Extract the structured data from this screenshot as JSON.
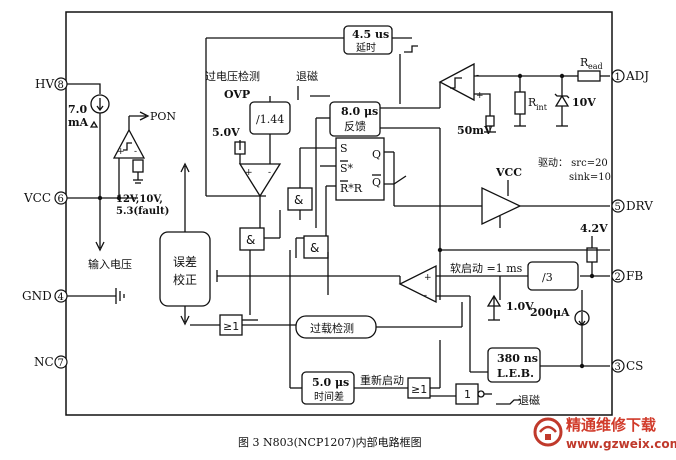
{
  "pins": {
    "hv": "HV",
    "hv_n": "8",
    "vcc": "VCC",
    "vcc_n": "6",
    "gnd": "GND",
    "gnd_n": "4",
    "nc": "NC",
    "nc_n": "7",
    "adj": "ADJ",
    "adj_n": "1",
    "drv": "DRV",
    "drv_n": "5",
    "fb": "FB",
    "fb_n": "2",
    "cs": "CS",
    "cs_n": "3"
  },
  "blocks": {
    "delay_4_5_time": "4.5 us",
    "delay_4_5_label": "延时",
    "ovp_header": "过电压检测",
    "ovp": "OVP",
    "div_1_44": "/1.44",
    "demag_top": "退磁",
    "fb_8_time": "8.0 μs",
    "fb_8_label": "反馈",
    "error_l1": "误差",
    "error_l2": "校正",
    "overload": "过载检测",
    "soft_start": "软启动 =1 ms",
    "div_3": "/3",
    "leb_l1": "380 ns",
    "leb_l2": "L.E.B.",
    "restart": "重新启动",
    "t5_time": "5.0 μs",
    "t5_label": "时间差",
    "demag_bottom": "退磁",
    "input_voltage": "输入电压",
    "and": "&",
    "ge1": "≥1",
    "inv": "1"
  },
  "labels": {
    "ma": "7.0",
    "ma_unit": "mA",
    "pon": "PON",
    "vcc_thr1": "12V,10V,",
    "vcc_thr2": "5.3(fault)",
    "v5": "5.0V",
    "mv50": "50mV",
    "vcc_buf": "VCC",
    "drive": "驱动：  src=20",
    "sink": "sink=10",
    "v42": "4.2V",
    "v10": "1.0V",
    "ua200": "200μA",
    "r_read": "R",
    "r_read_sub": "ead",
    "r_int": "R",
    "r_int_sub": "int",
    "z10v": "10V",
    "ff_s": "S",
    "ff_q": "Q",
    "ff_sstar": "S*",
    "ff_qbar": "Q",
    "ff_rstar": "R*R",
    "plus": "+",
    "minus": "-"
  },
  "caption": "图 3  N803(NCP1207)内部电路框图",
  "watermark": {
    "cn": "精通维修下载",
    "url": "www.gzweix.com"
  }
}
